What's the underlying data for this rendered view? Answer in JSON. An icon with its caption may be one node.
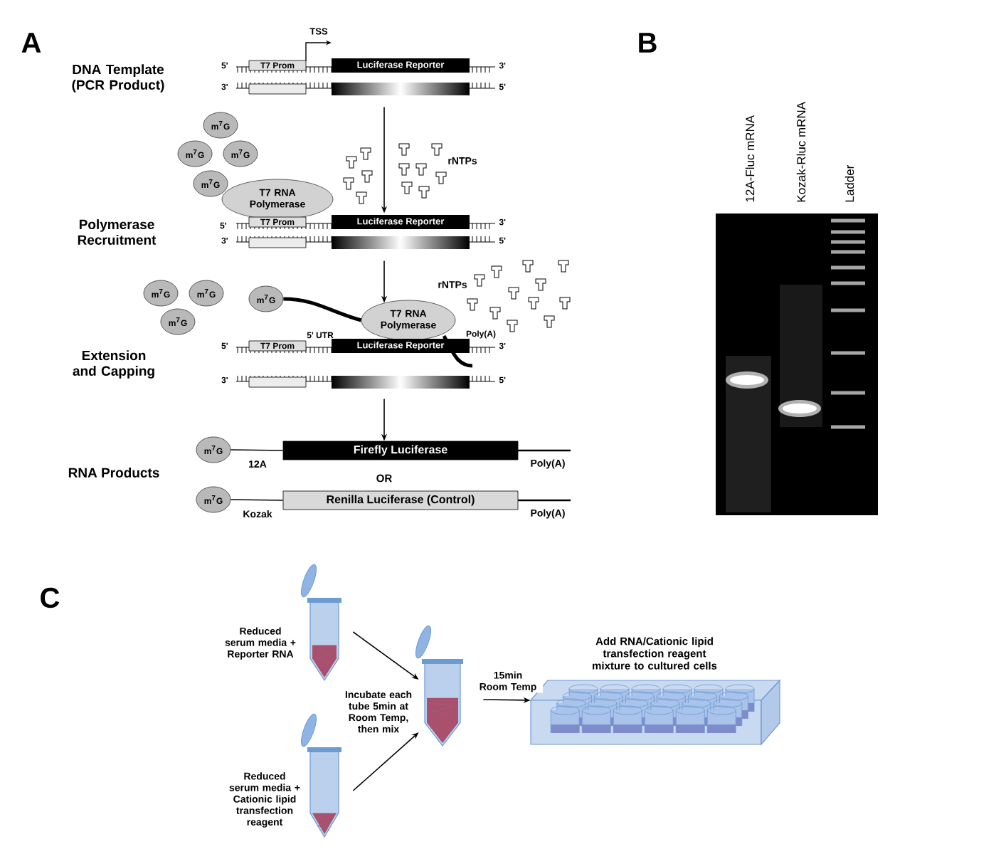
{
  "diagram": {
    "nodes": [
      {
        "text": [
          "T7 Prom",
          "Luciferase Reporter"
        ],
        "beside": [
          "5'",
          "3'",
          "3'",
          "5'",
          "TSS"
        ]
      },
      {
        "text": [
          "m$^{7}$G"
        ]
      },
      {
        "text": [
          "m$^{7}$G"
        ]
      },
      {
        "text": [
          "m$^{7}$G"
        ]
      },
      {
        "text": [
          "m$^{7}$G"
        ]
      },
      {
        "text": [
          "T7 RNA Polymerase"
        ]
      },
      {
        "text": [
          "T7 Prom",
          "Luciferase Reporter"
        ],
        "beside": [
          "5'",
          "3'",
          "3'",
          "5'"
        ]
      },
      {
        "text": [
          "m$^{7}$G"
        ]
      },
      {
        "text": [
          "m$^{7}$G"
        ]
      },
      {
        "text": [
          "m$^{7}$G"
        ]
      },
      {
        "text": [
          "m$^{7}$G"
        ]
      },
      {
        "text": [
          "T7 RNA Polymerase"
        ]
      },
      {
        "text": [
          "T7 Prom",
          "Luciferase Reporter"
        ],
        "beside": [
          "5'",
          "3'",
          "3'",
          "5'",
          "5' UTR",
          "Poly(A)"
        ]
      },
      {
        "text": [
          "m$^{7}$G"
        ]
      },
      {
        "text": [
          "Firefly Luciferase"
        ],
        "beside": [
          "12A",
          "Poly(A)"
        ]
      },
      {
        "text": [
          "m$^{7}$G"
        ]
      },
      {
        "text": [
          "Renilla Luciferase (Control)"
        ],
        "beside": [
          "Kozak",
          "Poly(A)"
        ]
      },
      {
        "text": [],
        "shape": "tube",
        "beside": [
          "Reduced serum media + Reporter RNA"
        ]
      },
      {
        "text": [],
        "shape": "tube",
        "beside": [
          "Reduced serum media + Cationic lipid transfection reagent"
        ]
      },
      {
        "text": [],
        "shape": "tube"
      },
      {
        "text": [],
        "shape": "plate",
        "beside": [
          "Add RNA/Cationic lipid transfection reagent mixture to cultured cells"
        ]
      }
    ],
    "edges": [
      {
        "from": 0,
        "to": 6,
        "arrow": "to"
      },
      {
        "from": 6,
        "to": 11,
        "arrow": "to"
      },
      {
        "from": 12,
        "to": 14,
        "arrow": "to"
      },
      {
        "from": 10,
        "to": 11,
        "arrow": "none",
        "style": "thick"
      },
      {
        "from": 13,
        "to": 14,
        "arrow": "none"
      },
      {
        "from": 15,
        "to": 16,
        "arrow": "none"
      },
      {
        "from": 17,
        "to": 19,
        "arrow": "to"
      },
      {
        "from": 18,
        "to": 19,
        "arrow": "to"
      },
      {
        "from": 19,
        "to": 20,
        "arrow": "to",
        "label": "15min Room Temp"
      }
    ],
    "labels": [
      "A",
      "DNA Template (PCR Product)",
      "rNTPs",
      "Polymerase Recruitment",
      "rNTPs",
      "Extension and Capping",
      "RNA Products",
      "OR",
      "B",
      "12A-Fluc mRNA",
      "Kozak-Rluc mRNA",
      "Ladder",
      "C",
      "Incubate each tube 5min at Room Temp, then mix"
    ]
  }
}
